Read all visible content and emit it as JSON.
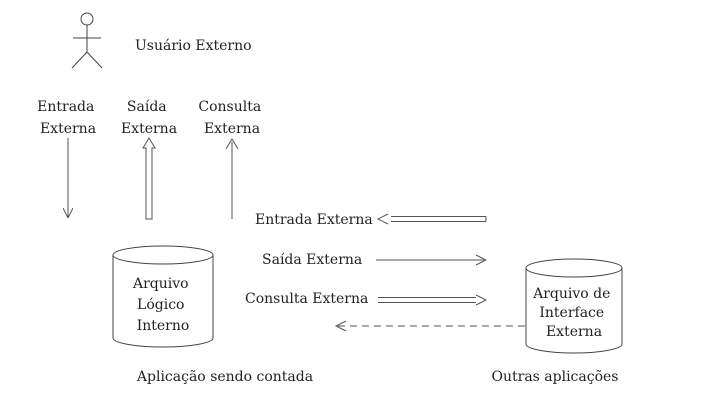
{
  "actor": {
    "label": "Usuário Externo",
    "icon": "stick-figure-icon"
  },
  "user_flows": {
    "entrada": [
      "Entrada",
      "Externa"
    ],
    "saida": [
      "Saída",
      "Externa"
    ],
    "consulta": [
      "Consulta",
      "Externa"
    ]
  },
  "internal_file": {
    "lines": [
      "Arquivo",
      "Lógico",
      "Interno"
    ],
    "icon": "cylinder-icon"
  },
  "external_file": {
    "lines": [
      "Arquivo de",
      "Interface",
      "Externa"
    ],
    "icon": "cylinder-icon"
  },
  "app_flows": {
    "entrada": "Entrada Externa",
    "saida": "Saída Externa",
    "consulta": "Consulta Externa"
  },
  "captions": {
    "application": "Aplicação sendo contada",
    "others": "Outras aplicações"
  },
  "colors": {
    "line": "#555555",
    "text": "#222222",
    "background": "#ffffff"
  }
}
